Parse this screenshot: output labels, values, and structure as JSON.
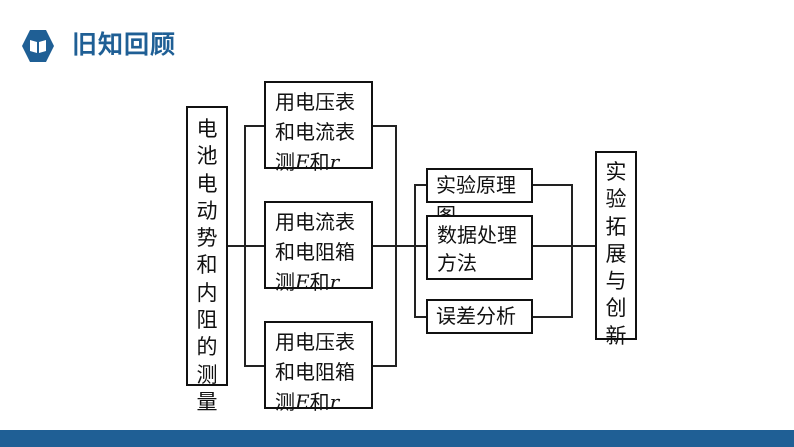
{
  "header": {
    "title": "旧知回顾",
    "icon": "book-icon",
    "accent": "#1f5f95"
  },
  "diagram": {
    "root": "电池电动势和内阻的测量",
    "methods": [
      {
        "line1": "用电压表",
        "line2": "和电流表",
        "line3_prefix": "测",
        "var1": "E",
        "mid": "和",
        "var2": "r"
      },
      {
        "line1": "用电流表",
        "line2": "和电阻箱",
        "line3_prefix": "测",
        "var1": "E",
        "mid": "和",
        "var2": "r"
      },
      {
        "line1": "用电压表",
        "line2": "和电阻箱",
        "line3_prefix": "测",
        "var1": "E",
        "mid": "和",
        "var2": "r"
      }
    ],
    "aspects": [
      "实验原理图",
      "数据处理方法",
      "误差分析"
    ],
    "extension": "实验拓展与创新"
  }
}
